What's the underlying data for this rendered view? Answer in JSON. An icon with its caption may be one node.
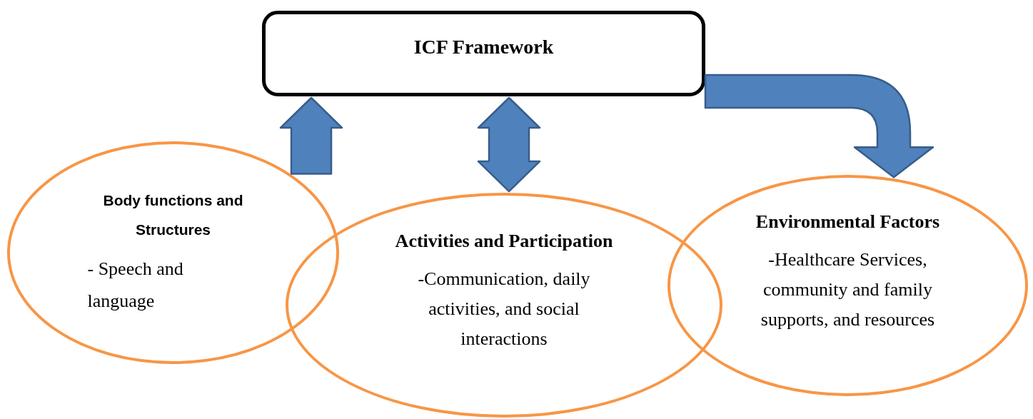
{
  "diagram": {
    "nodes": [
      {
        "text": [
          "ICF Framework"
        ]
      },
      {
        "text": [
          "Body functions and Structures",
          "- Speech and language"
        ]
      },
      {
        "text": [
          "Activities and Participation",
          "-Communication, daily activities, and social interactions"
        ]
      },
      {
        "text": [
          "Environmental Factors",
          "-Healthcare Services, community and family supports, and resources"
        ]
      }
    ],
    "edges": [
      {
        "from": 1,
        "to": 0,
        "arrow": "to"
      },
      {
        "from": 0,
        "to": 2,
        "arrow": "both"
      },
      {
        "from": 0,
        "to": 3,
        "arrow": "to"
      }
    ]
  }
}
